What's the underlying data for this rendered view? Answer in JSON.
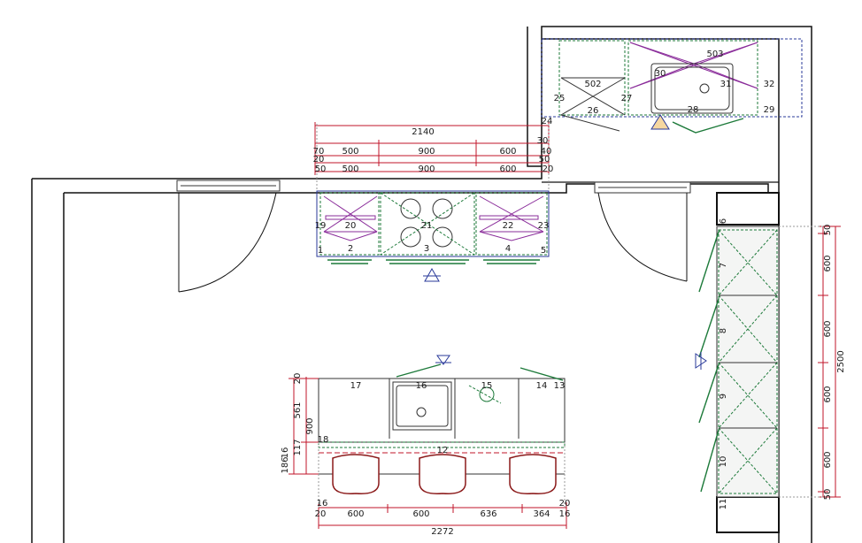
{
  "module_numbers": {
    "m2": "2",
    "m3": "3",
    "m4": "4",
    "m5": "5",
    "m6": "6",
    "m7": "7",
    "m8": "8",
    "m9": "9",
    "m10": "10",
    "m11": "11",
    "m12": "12",
    "m14": "14",
    "m15": "15",
    "m16": "16",
    "m17": "17",
    "m18": "18",
    "m19": "19",
    "m20": "20",
    "m21": "21",
    "m22": "22",
    "m23": "23",
    "m24": "24",
    "m25": "25",
    "m26": "26",
    "m27": "27",
    "m28": "28",
    "m29": "29",
    "m30": "30",
    "m31": "31",
    "m32": "32",
    "m502": "502",
    "m503": "503",
    "m1": "1"
  },
  "top_wall_dims": {
    "total": "2140",
    "r1_left": "70",
    "r1_a": "500",
    "r1_b": "900",
    "r1_c": "600",
    "r1_right": "40",
    "r1_top": "30",
    "r2_left": "20",
    "r2_right": "50",
    "r3_left": "50",
    "r3_a": "500",
    "r3_b": "900",
    "r3_c": "600",
    "r3_right": "20"
  },
  "right_wall_dims": {
    "total": "2500",
    "d_top": "50",
    "d1": "600",
    "d2": "600",
    "d3": "600",
    "d4": "600",
    "d_bottom": "50"
  },
  "island_dims": {
    "total": "2272",
    "left_top": "16",
    "left_bottom": "20",
    "a": "600",
    "b": "600",
    "c": "636",
    "d": "364",
    "right_top": "20",
    "right_bottom": "16",
    "depth_top": "20",
    "depth_a": "561",
    "depth_total": "900",
    "depth_b": "117",
    "depth_c": "186",
    "depth_d": "16"
  }
}
